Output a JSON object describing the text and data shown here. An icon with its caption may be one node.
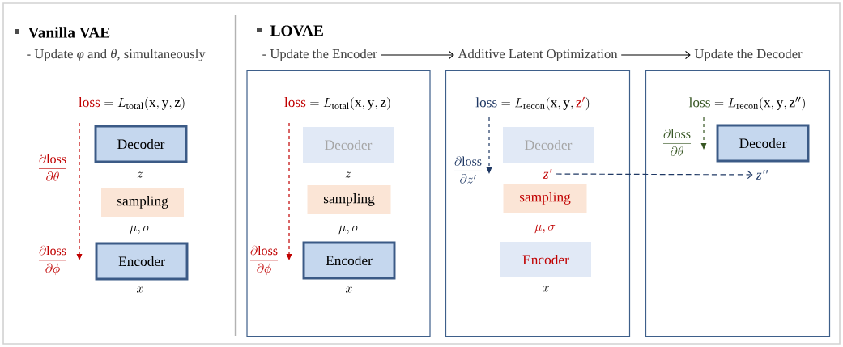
{
  "diagram": {
    "nodes": [
      {
        "text": [
          "Decoder"
        ]
      },
      {
        "text": [
          "sampling"
        ]
      },
      {
        "text": [
          "Encoder"
        ]
      },
      {
        "text": [
          "- Update the Encoder"
        ]
      },
      {
        "text": [
          "Decoder"
        ],
        "in": 3
      },
      {
        "text": [
          "sampling"
        ],
        "in": 3
      },
      {
        "text": [
          "Encoder"
        ],
        "in": 3
      },
      {
        "text": [
          "Additive Latent Optimization"
        ]
      },
      {
        "text": [
          "Decoder"
        ],
        "in": 7
      },
      {
        "text": [
          "z′"
        ],
        "in": 7
      },
      {
        "text": [
          "sampling"
        ],
        "in": 7
      },
      {
        "text": [
          "Encoder"
        ],
        "in": 7
      },
      {
        "text": [
          "Update the Decoder"
        ]
      },
      {
        "text": [
          "Decoder"
        ],
        "in": 12
      },
      {
        "text": [
          "z′′"
        ],
        "in": 12
      }
    ],
    "edges": [
      {
        "from": 3,
        "to": 7,
        "arrow": "to"
      },
      {
        "from": 7,
        "to": 12,
        "arrow": "to"
      },
      {
        "from": 9,
        "to": 14,
        "arrow": "to",
        "style": "dashed",
        "color": "#1f3864"
      }
    ],
    "labels": [
      "Vanilla VAE",
      "- Update *φ* and *θ*, simultaneously",
      "\\textcolor[HTML]{C00000}{\\mathrm{loss}} = L_{\\mathrm{total}}(\\mathrm{x},\\mathrm{y},\\mathrm{z})",
      "\\frac{\\partial\\mathrm{loss}}{\\partial\\theta}",
      "z",
      "\\frac{\\partial\\mathrm{loss}}{\\partial\\phi}",
      "\\mu,\\sigma",
      "x",
      "LOVAE",
      "\\textcolor[HTML]{C00000}{\\mathrm{loss}} = L_{\\mathrm{total}}(\\mathrm{x},\\mathrm{y},\\mathrm{z})",
      "z",
      "\\mu,\\sigma",
      "\\frac{\\partial\\mathrm{loss}}{\\partial\\phi}",
      "x",
      "\\textcolor[HTML]{1F3864}{\\mathrm{loss}} = L_{\\mathrm{recon}}(\\mathrm{x},\\mathrm{y},\\textcolor[HTML]{C00000}{\\mathrm{z}'})",
      "\\frac{\\partial\\mathrm{loss}}{\\partial z'}",
      "\\mu,\\sigma",
      "x",
      "\\textcolor[HTML]{375623}{\\mathrm{loss}} = L_{\\mathrm{recon}}(\\mathrm{x},\\mathrm{y},\\mathrm{z}'')",
      "\\frac{\\partial\\mathrm{loss}}{\\partial\\theta}"
    ]
  }
}
